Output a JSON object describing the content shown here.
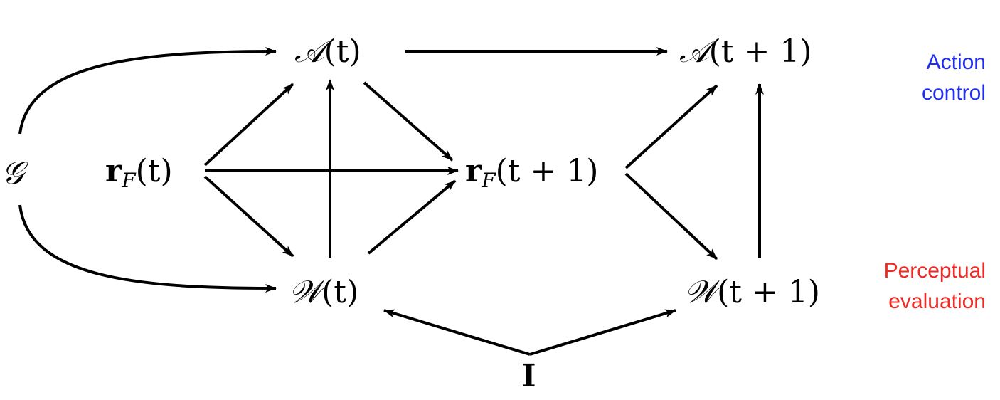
{
  "colors": {
    "stroke": "#000000",
    "action_label": "#1f2ef0",
    "perceptual_label": "#ee2a24"
  },
  "nodes": {
    "A_t": {
      "symbol": "𝒜",
      "arg": "(t)"
    },
    "A_t1": {
      "symbol": "𝒜",
      "arg": "(t + 1)"
    },
    "W_t": {
      "symbol": "𝒲",
      "arg": "(t)"
    },
    "W_t1": {
      "symbol": "𝒲",
      "arg": "(t + 1)"
    },
    "r_t": {
      "symbol": "r",
      "sub": "F",
      "arg": "(t)"
    },
    "r_t1": {
      "symbol": "r",
      "sub": "F",
      "arg": "(t + 1)"
    },
    "G": {
      "symbol": "𝒢"
    },
    "I": {
      "symbol": "I"
    }
  },
  "side_labels": {
    "action": [
      "Action",
      "control"
    ],
    "perceptual": [
      "Perceptual",
      "evaluation"
    ]
  },
  "edges": [
    {
      "from": "G",
      "to": "A_t"
    },
    {
      "from": "G",
      "to": "W_t"
    },
    {
      "from": "A_t",
      "to": "A_t1"
    },
    {
      "from": "A_t",
      "to": "r_t1"
    },
    {
      "from": "r_t",
      "to": "A_t"
    },
    {
      "from": "r_t",
      "to": "r_t1"
    },
    {
      "from": "r_t",
      "to": "W_t"
    },
    {
      "from": "W_t",
      "to": "A_t"
    },
    {
      "from": "W_t",
      "to": "r_t1"
    },
    {
      "from": "r_t1",
      "to": "A_t1"
    },
    {
      "from": "r_t1",
      "to": "W_t1"
    },
    {
      "from": "W_t1",
      "to": "A_t1"
    },
    {
      "from": "I",
      "to": "W_t"
    },
    {
      "from": "I",
      "to": "W_t1"
    }
  ]
}
